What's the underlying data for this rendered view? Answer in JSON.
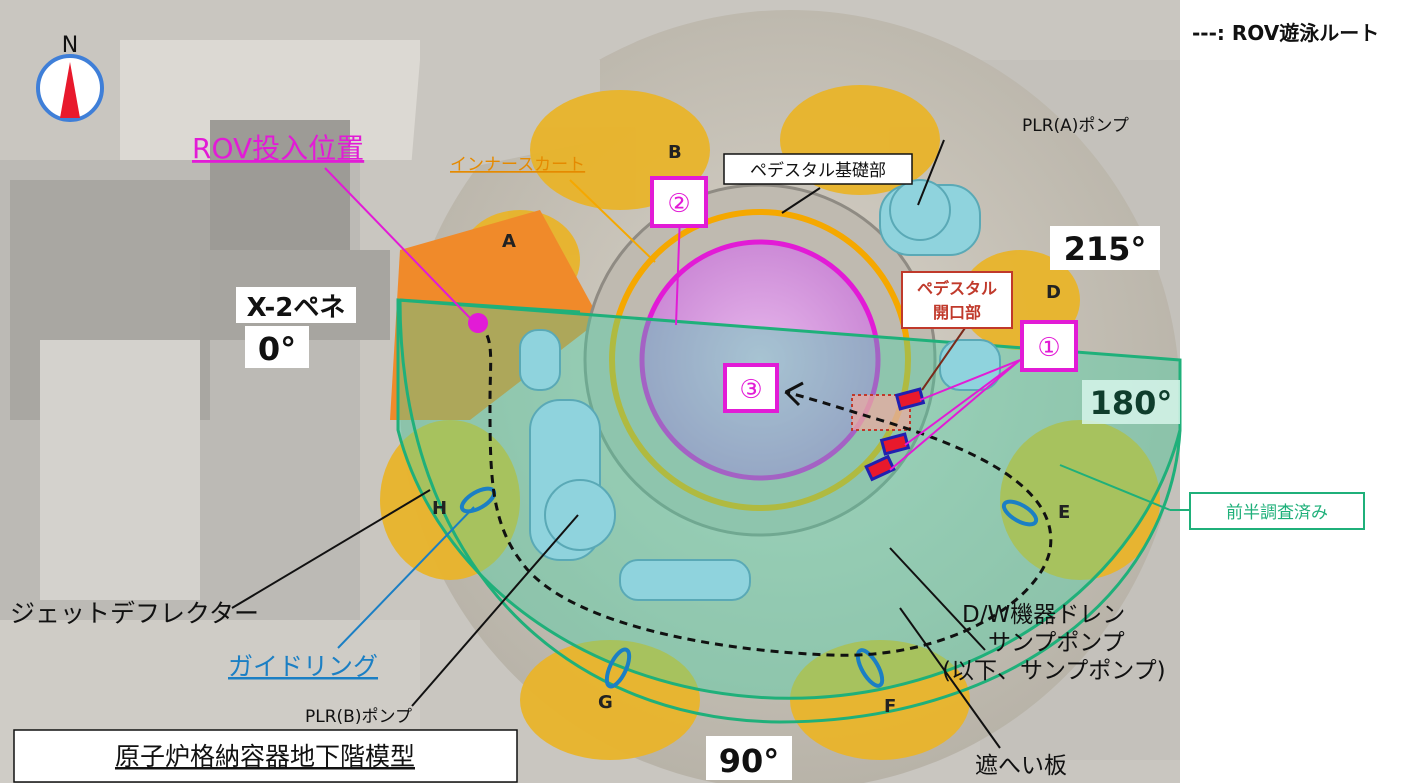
{
  "legend": {
    "route": "---: ROV遊泳ルート"
  },
  "compass": {
    "letter": "N"
  },
  "labels": {
    "rov_insertion": "ROV投入位置",
    "inner_skirt": "インナースカート",
    "pedestal_base": "ペデスタル基礎部",
    "plr_a_pump": "PLR(A)ポンプ",
    "pedestal_opening_1": "ペデスタル",
    "pedestal_opening_2": "開口部",
    "x2_penetration": "X-2ペネ",
    "surveyed_first_half": "前半調査済み",
    "jet_deflector": "ジェットデフレクター",
    "guide_ring": "ガイドリング",
    "dw_drain_1": "D/W機器ドレン",
    "dw_drain_2": "サンプポンプ",
    "dw_drain_3": "(以下、サンプポンプ)",
    "plr_b_pump": "PLR(B)ポンプ",
    "shield_plate": "遮へい板",
    "caption": "原子炉格納容器地下階模型"
  },
  "angles": {
    "a0": "0°",
    "a90": "90°",
    "a180": "180°",
    "a215": "215°"
  },
  "markers": {
    "m1": "①",
    "m2": "②",
    "m3": "③"
  },
  "positions": {
    "A": "A",
    "B": "B",
    "D": "D",
    "E": "E",
    "F": "F",
    "G": "G",
    "H": "H"
  },
  "colors": {
    "magenta": "#e21bd6",
    "surveyed_green": "#1fb07a",
    "inner_skirt_orange": "#f5a800",
    "guide_ring_blue": "#1b7fc4",
    "route_black": "#111111"
  }
}
